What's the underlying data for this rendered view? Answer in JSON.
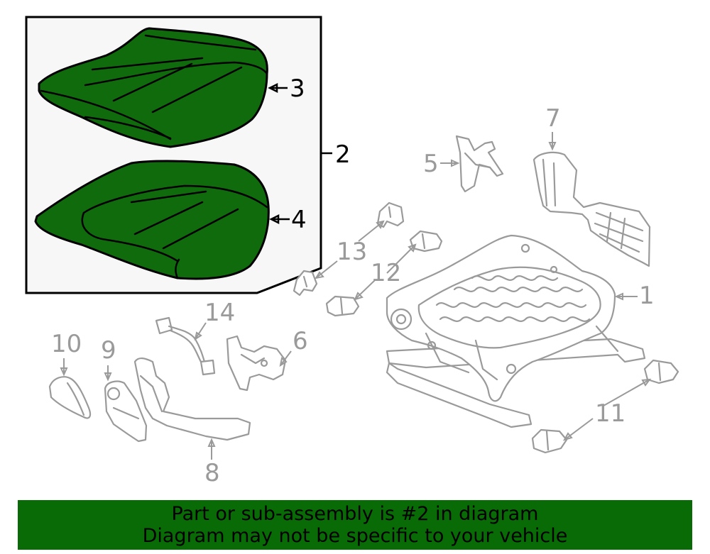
{
  "callouts": {
    "c1": "1",
    "c2": "2",
    "c3": "3",
    "c4": "4",
    "c5": "5",
    "c6": "6",
    "c7": "7",
    "c8": "8",
    "c9": "9",
    "c10": "10",
    "c11": "11",
    "c12": "12",
    "c13": "13",
    "c14": "14"
  },
  "banner": {
    "line1": "Part or sub-assembly is #2 in diagram",
    "line2": "Diagram may not be specific to your vehicle"
  },
  "colors": {
    "highlight": "#0f6b0c",
    "banner_bg": "#096b06",
    "parts_line": "#9a9a9a"
  }
}
